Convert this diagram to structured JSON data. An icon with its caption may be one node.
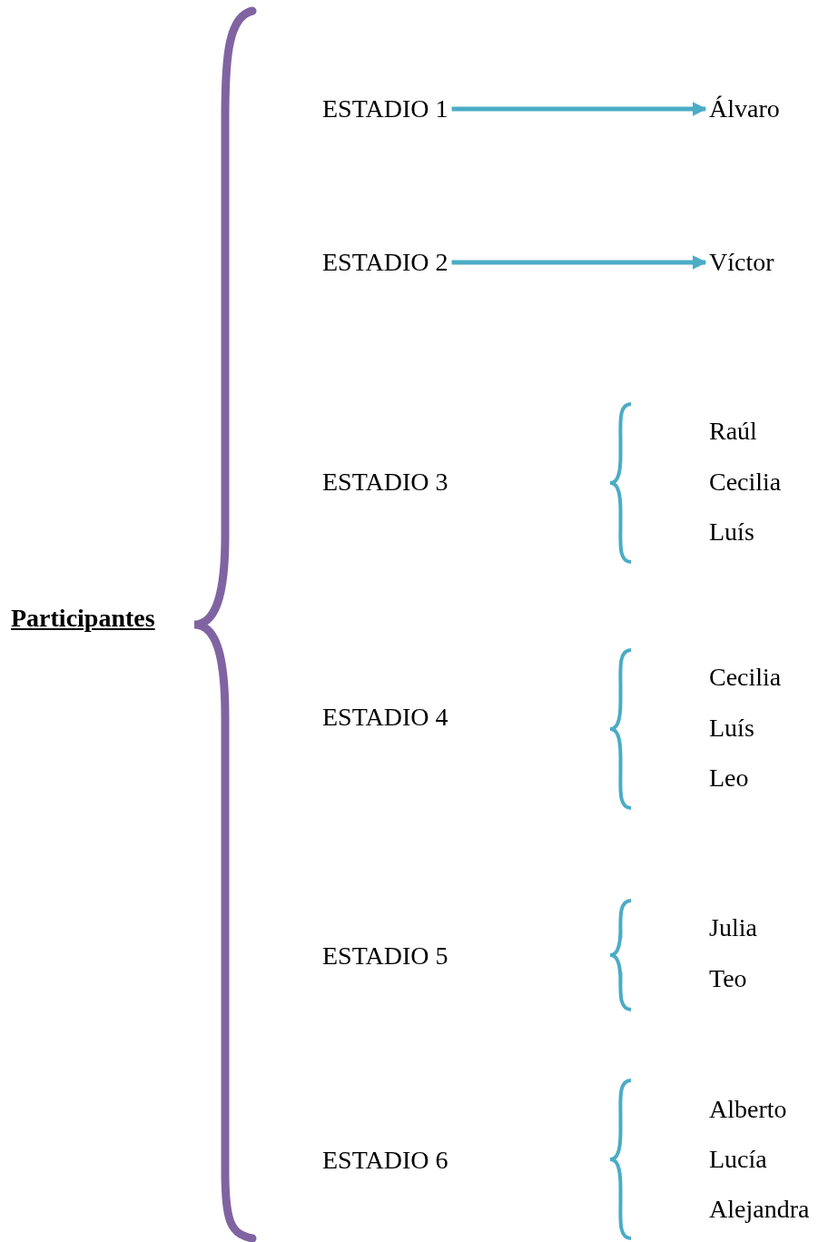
{
  "diagram": {
    "nodes": [
      {
        "text": [
          "Participantes"
        ]
      },
      {
        "text": [
          "ESTADIO 1"
        ]
      },
      {
        "text": [
          "Álvaro"
        ]
      },
      {
        "text": [
          "ESTADIO 2"
        ]
      },
      {
        "text": [
          "Víctor"
        ]
      },
      {
        "text": [
          "ESTADIO 3"
        ]
      },
      {
        "text": [
          "Raúl"
        ]
      },
      {
        "text": [
          "Cecilia"
        ]
      },
      {
        "text": [
          "Luís"
        ]
      },
      {
        "text": [
          "ESTADIO 4"
        ]
      },
      {
        "text": [
          "Cecilia"
        ]
      },
      {
        "text": [
          "Luís"
        ]
      },
      {
        "text": [
          "Leo"
        ]
      },
      {
        "text": [
          "ESTADIO 5"
        ]
      },
      {
        "text": [
          "Julia"
        ]
      },
      {
        "text": [
          "Teo"
        ]
      },
      {
        "text": [
          "ESTADIO 6"
        ]
      },
      {
        "text": [
          "Alberto"
        ]
      },
      {
        "text": [
          "Lucía"
        ]
      },
      {
        "text": [
          "Alejandra"
        ]
      }
    ],
    "edges": [
      {
        "from": 1,
        "to": 2,
        "arrow": "to"
      },
      {
        "from": 3,
        "to": 4,
        "arrow": "to"
      }
    ]
  }
}
